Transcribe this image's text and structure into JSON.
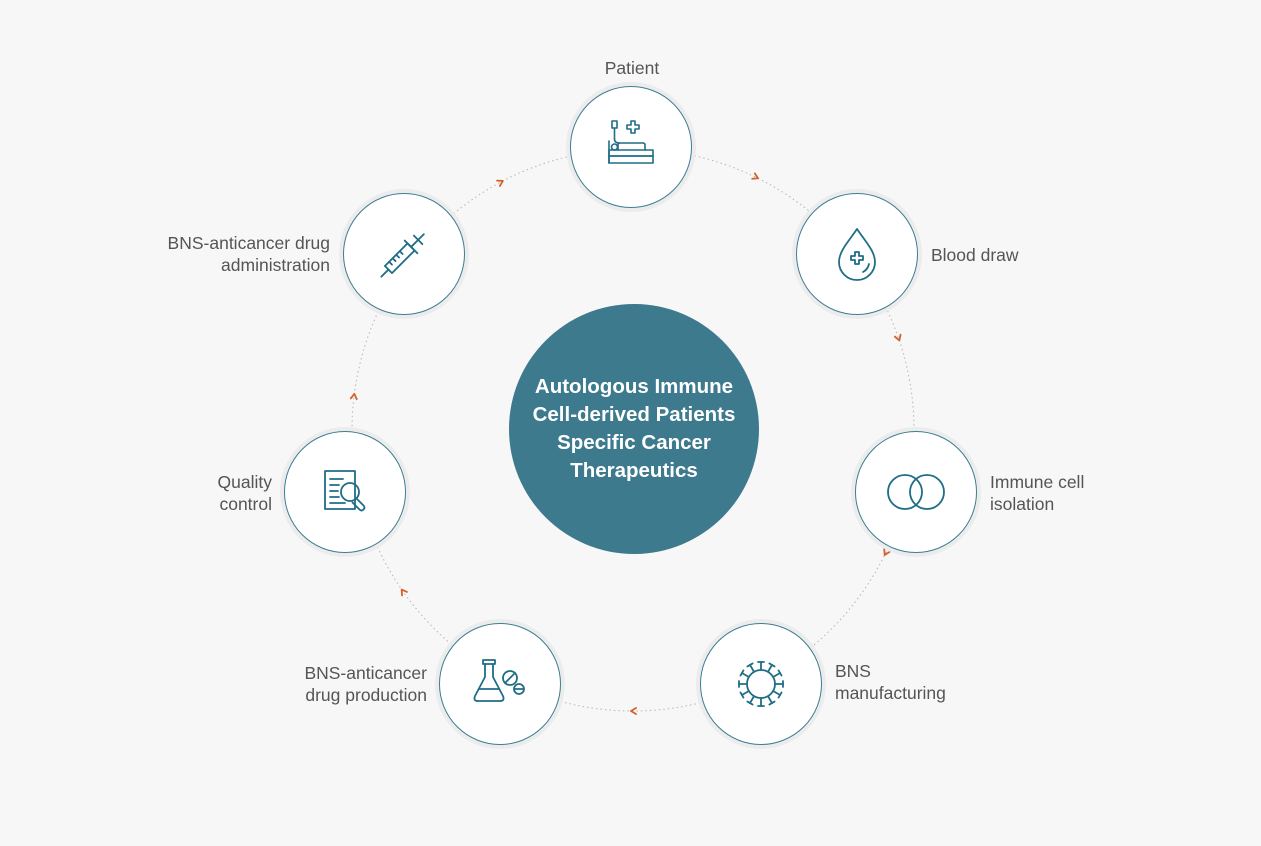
{
  "center": {
    "lines": [
      "Autologous Immune",
      "Cell-derived Patients",
      "Specific Cancer",
      "Therapeutics"
    ]
  },
  "colors": {
    "background": "#f7f7f7",
    "center_fill": "#3d7a8d",
    "node_border": "#3d7d93",
    "icon_stroke": "#1f6d86",
    "arrow": "#d4602b",
    "label_text": "#555555"
  },
  "steps": [
    {
      "id": "patient",
      "icon": "hospital-bed-icon",
      "lines": [
        "Patient"
      ]
    },
    {
      "id": "blood-draw",
      "icon": "blood-drop-icon",
      "lines": [
        "Blood draw"
      ]
    },
    {
      "id": "immune-cell-isolation",
      "icon": "cells-icon",
      "lines": [
        "Immune cell",
        "isolation"
      ]
    },
    {
      "id": "bns-manufacturing",
      "icon": "virus-icon",
      "lines": [
        "BNS",
        "manufacturing"
      ]
    },
    {
      "id": "bns-drug-production",
      "icon": "flask-pills-icon",
      "lines": [
        "BNS-anticancer",
        "drug production"
      ]
    },
    {
      "id": "quality-control",
      "icon": "document-magnifier-icon",
      "lines": [
        "Quality",
        "control"
      ]
    },
    {
      "id": "bns-drug-administration",
      "icon": "syringe-icon",
      "lines": [
        "BNS-anticancer drug",
        "administration"
      ]
    }
  ]
}
